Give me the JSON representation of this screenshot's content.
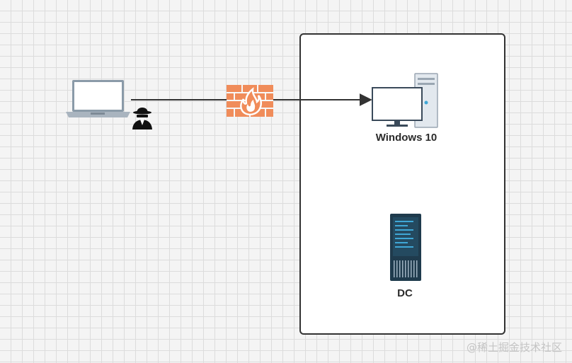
{
  "nodes": {
    "attacker_laptop": {
      "icon": "laptop-icon"
    },
    "attacker": {
      "icon": "hacker-icon"
    },
    "firewall": {
      "icon": "firewall-icon"
    },
    "windows10": {
      "label": "Windows 10",
      "icon": "desktop-workstation-icon"
    },
    "dc": {
      "label": "DC",
      "icon": "server-rack-icon"
    }
  },
  "edges": [
    {
      "from": "attacker_laptop",
      "to": "firewall"
    },
    {
      "from": "firewall",
      "to": "windows10"
    }
  ],
  "watermark": "@稀土掘金技术社区",
  "colors": {
    "firewall": "#f08c5a",
    "flame": "#ffffff",
    "server": "#1f3b4d",
    "server_led": "#3fa7d6",
    "network_box": "#333333",
    "edge": "#333333"
  }
}
